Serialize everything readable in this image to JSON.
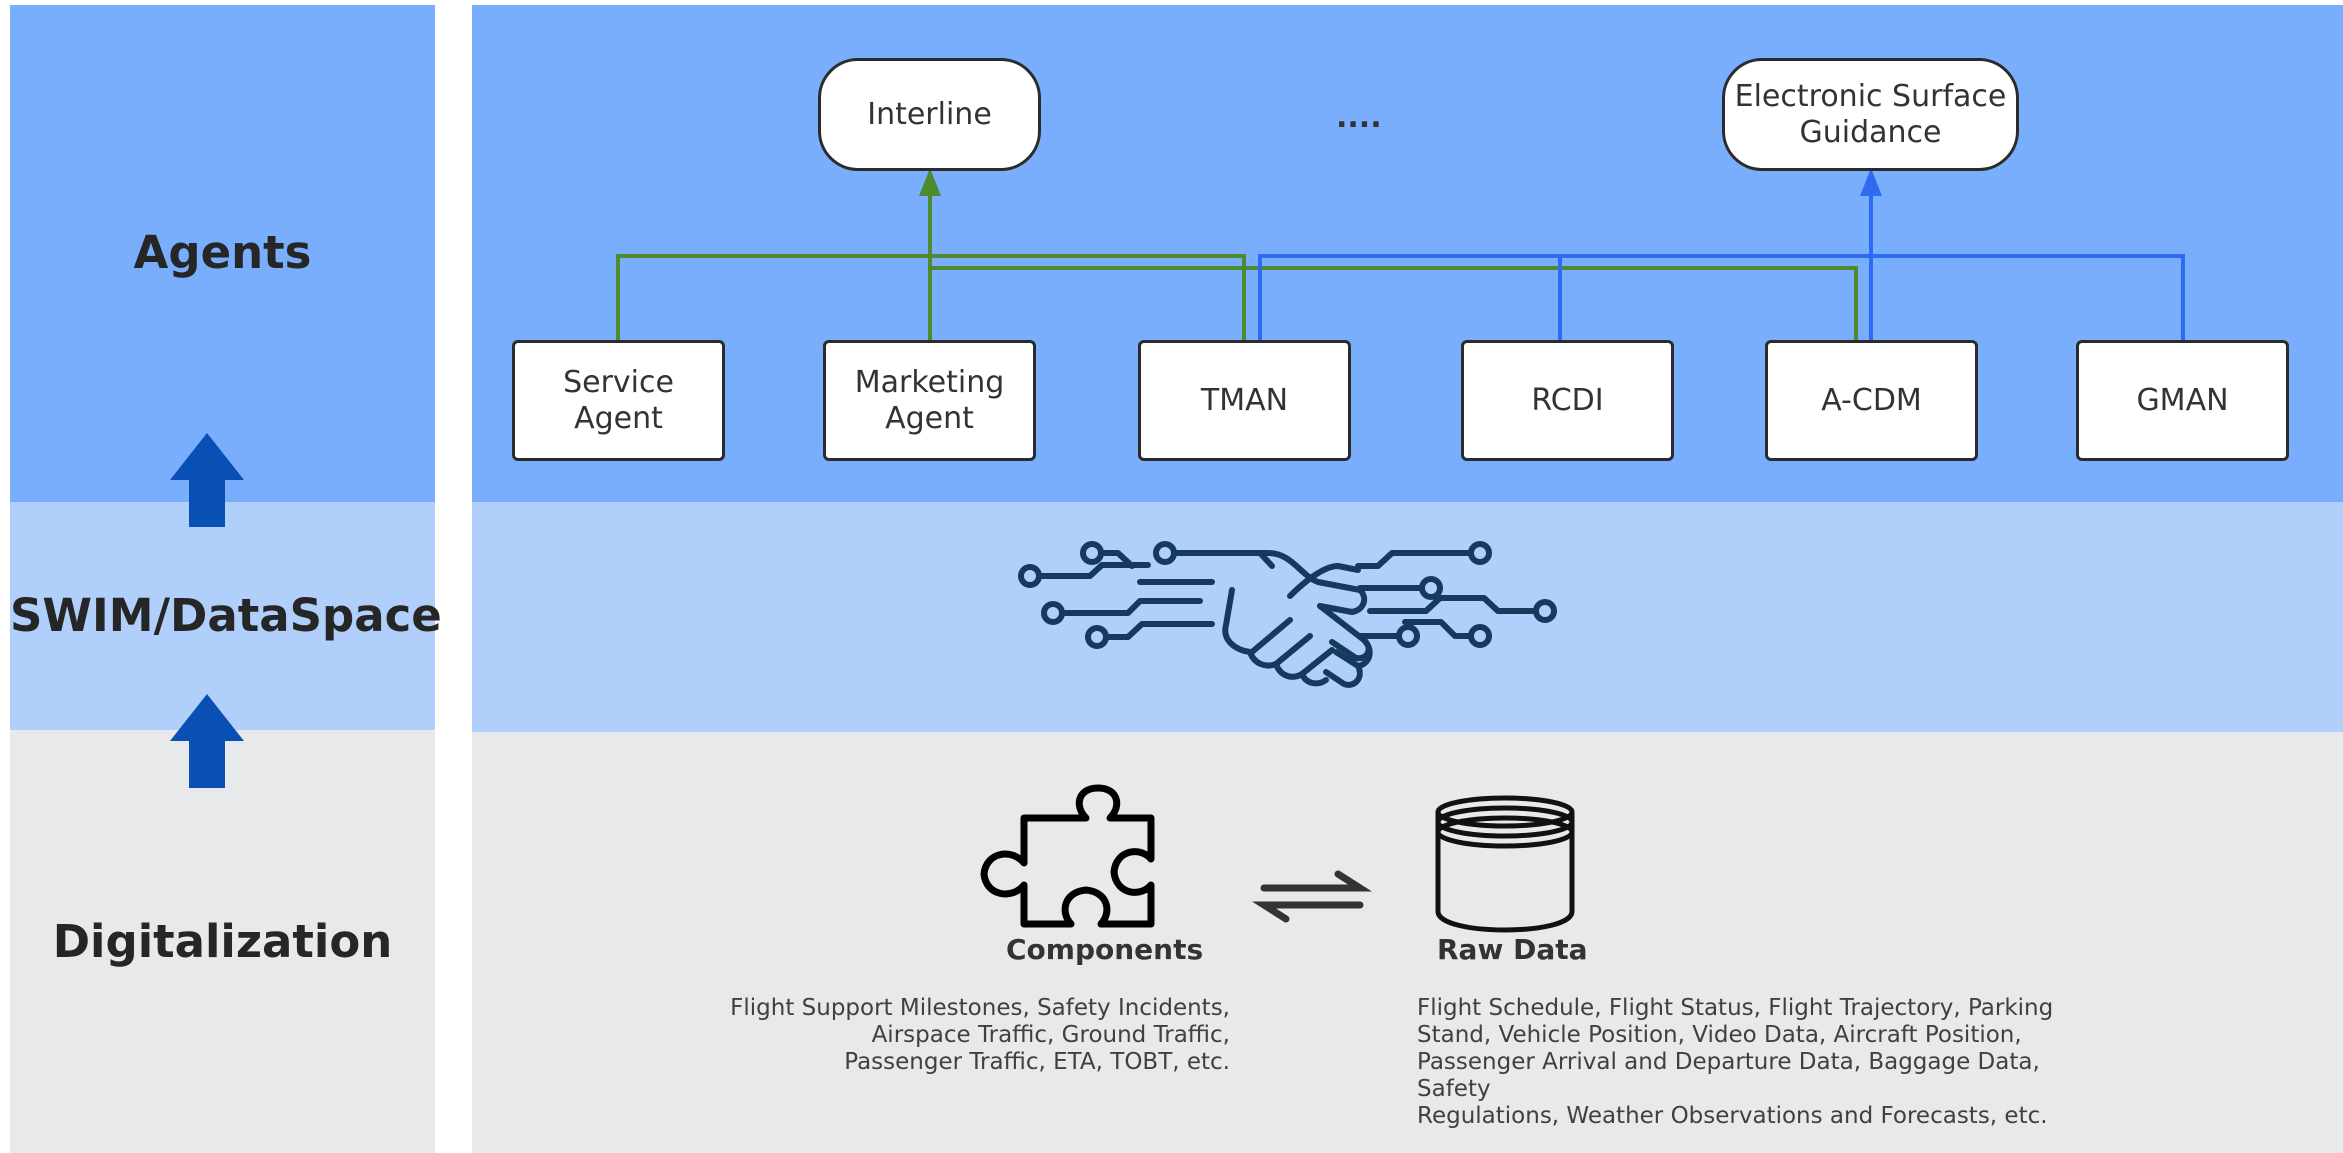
{
  "layers": {
    "agents": "Agents",
    "swim": "SWIM/DataSpace",
    "digitalization": "Digitalization"
  },
  "top_nodes": {
    "interline": "Interline",
    "ellipsis": "....",
    "surface_guidance": "Electronic  Surface\nGuidance"
  },
  "agents": {
    "service": "Service\nAgent",
    "marketing": "Marketing\nAgent",
    "tman": "TMAN",
    "rcdi": "RCDI",
    "acdm": "A-CDM",
    "gman": "GMAN"
  },
  "digital": {
    "components_label": "Components",
    "raw_label": "Raw Data",
    "components_desc": "Flight Support Milestones, Safety Incidents,\nAirspace Traffic, Ground Traffic,\nPassenger Traffic, ETA, TOBT, etc.",
    "raw_desc": "Flight Schedule, Flight Status, Flight Trajectory, Parking\nStand, Vehicle Position, Video Data, Aircraft Position,\nPassenger Arrival and Departure Data, Baggage Data, Safety\nRegulations, Weather Observations and Forecasts, etc."
  },
  "colors": {
    "agents_band": "#78aefc",
    "swim_band": "#b0d0fb",
    "digital_band": "#e8e9eb",
    "green_link": "#4f8a2e",
    "blue_link": "#2f6bf2",
    "up_arrow": "#0a4fb4"
  }
}
